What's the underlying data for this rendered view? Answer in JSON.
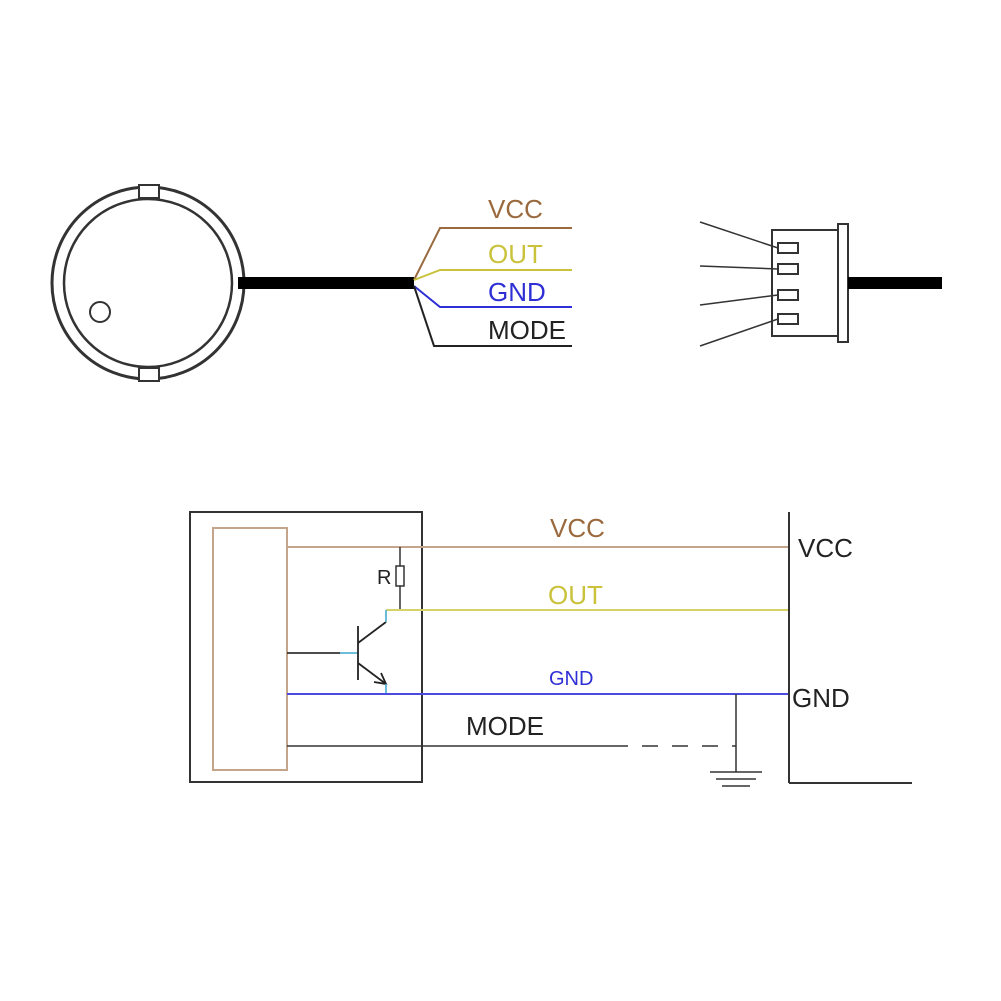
{
  "colors": {
    "vcc": "#9a6a3e",
    "out": "#c9c23a",
    "gnd": "#2f2fd6",
    "mode": "#222222",
    "schematic_vcc": "#c4a58a",
    "schematic_out": "#d6d26a",
    "schematic_gnd": "#4a4ae0",
    "tap": "#5ab4d6",
    "outline": "#333333",
    "cable": "#000000"
  },
  "wire_labels": {
    "vcc": "VCC",
    "out": "OUT",
    "gnd": "GND",
    "mode": "MODE"
  },
  "schematic": {
    "resistor_label": "R",
    "vcc_label": "VCC",
    "out_label": "OUT",
    "gnd_label": "GND",
    "mode_label": "MODE",
    "rail_vcc_label": "VCC",
    "rail_gnd_label": "GND"
  },
  "icons": {
    "sensor": "round-sensor-icon",
    "connector": "4-pin-connector-icon",
    "ground": "ground-symbol-icon",
    "transistor": "npn-transistor-icon",
    "resistor": "resistor-icon"
  }
}
